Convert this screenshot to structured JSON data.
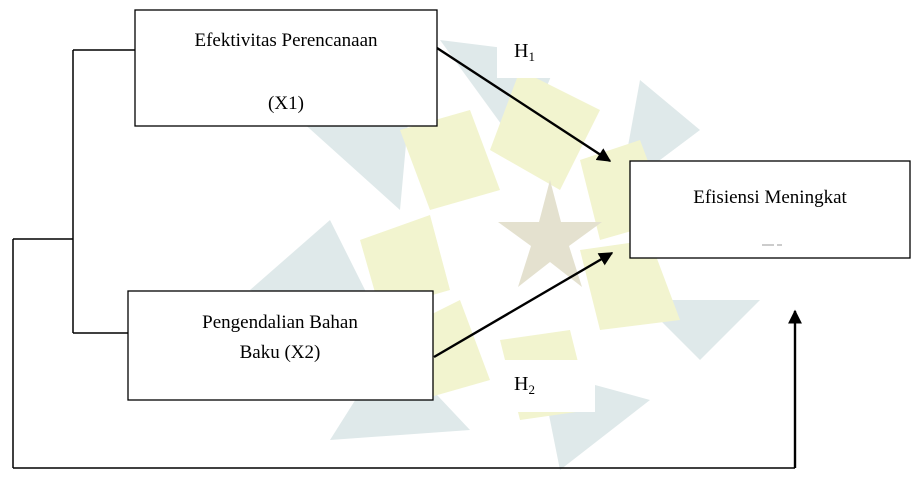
{
  "colors": {
    "watermark_teal": "#dfe9ea",
    "watermark_yellow": "#f2f4cf",
    "watermark_star": "#e4e1cf",
    "line": "#000000",
    "box_fill": "#ffffff"
  },
  "watermark": {
    "icon": "star-flower-logo"
  },
  "nodes": {
    "x1": {
      "line1": "Efektivitas Perencanaan",
      "line2": "(X1)"
    },
    "x2": {
      "line1": "Pengendalian Bahan",
      "line2": "Baku (X2)"
    },
    "y": {
      "line1": "Efisiensi Meningkat"
    }
  },
  "hypotheses": {
    "h1": {
      "base": "H",
      "sub": "1"
    },
    "h2": {
      "base": "H",
      "sub": "2"
    }
  }
}
